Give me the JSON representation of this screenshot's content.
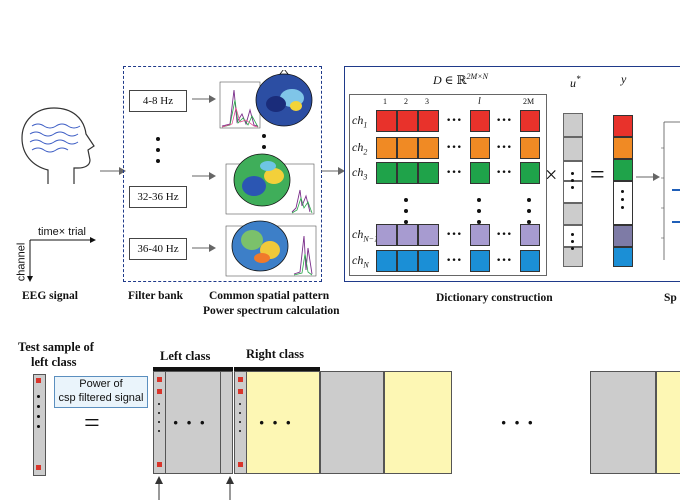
{
  "pipeline": {
    "eeg_label": "EEG signal",
    "axis_time_trial": "time× trial",
    "axis_channel": "channel",
    "filter_bank_label": "Filter bank",
    "bands": [
      "4-8 Hz",
      "32-36 Hz",
      "36-40 Hz"
    ],
    "csp_label_line1": "Common spatial pattern",
    "csp_label_line2": "Power spectrum calculation",
    "dictionary_label": "Dictionary construction",
    "sp_label": "Sp"
  },
  "dictionary": {
    "formula_D": "D",
    "formula_in": "∈",
    "formula_R": "ℝ",
    "formula_exp": "2M×N",
    "u_label": "u",
    "u_sup": "*",
    "y_label": "y",
    "col_idx": [
      "1",
      "2",
      "3",
      "l",
      "2M"
    ],
    "rows": [
      {
        "ch": "ch",
        "sub": "1",
        "color": "#e8322b"
      },
      {
        "ch": "ch",
        "sub": "2",
        "color": "#f08a24"
      },
      {
        "ch": "ch",
        "sub": "3",
        "color": "#1fa34a"
      },
      {
        "ch": "ch",
        "sub": "N−1",
        "color": "#a79bd0"
      },
      {
        "ch": "ch",
        "sub": "N",
        "color": "#1b8fd6"
      }
    ],
    "times": "×",
    "equals": "="
  },
  "bottom": {
    "test_sample_line1": "Test sample of",
    "test_sample_line2": "left class",
    "callout_line1": "Power of",
    "callout_line2": "csp filtered signal",
    "left_class": "Left class",
    "right_class": "Right class",
    "equals": "="
  },
  "colors": {
    "border_blue": "#1f3a8a",
    "gray": "#cccccc",
    "yellow": "#fdf7b4",
    "small_red": "#d9352b"
  }
}
